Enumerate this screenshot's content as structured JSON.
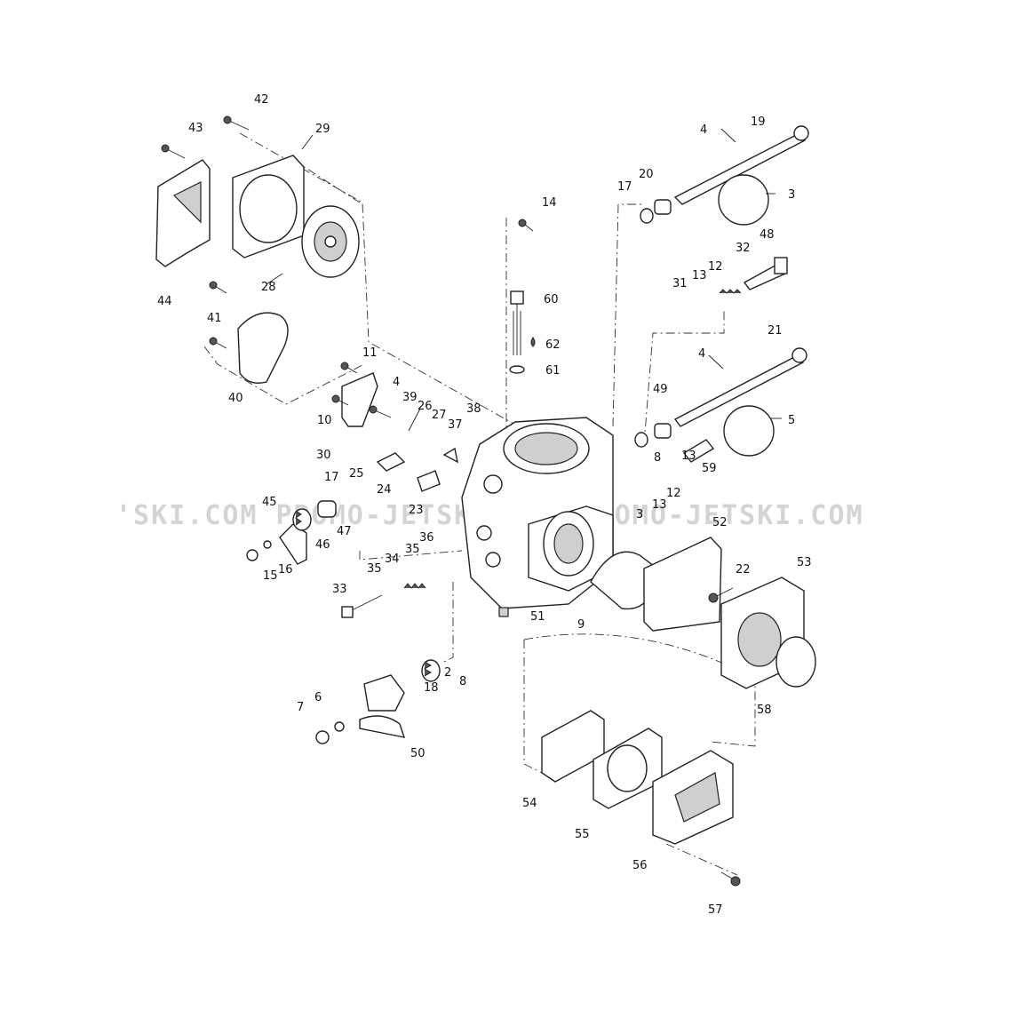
{
  "watermark": "'SKI.COM   PROMO-JETSKI.COM   PROMO-JETSKI.COM",
  "callouts": [
    "2",
    "3",
    "3",
    "4",
    "4",
    "4",
    "5",
    "6",
    "7",
    "8",
    "8",
    "9",
    "10",
    "11",
    "12",
    "12",
    "13",
    "13",
    "13",
    "14",
    "15",
    "16",
    "17",
    "17",
    "18",
    "19",
    "20",
    "21",
    "22",
    "23",
    "24",
    "25",
    "26",
    "27",
    "28",
    "29",
    "30",
    "31",
    "32",
    "33",
    "34",
    "35",
    "35",
    "36",
    "37",
    "38",
    "39",
    "40",
    "41",
    "42",
    "43",
    "44",
    "45",
    "46",
    "47",
    "48",
    "49",
    "50",
    "51",
    "52",
    "53",
    "54",
    "55",
    "56",
    "57",
    "58",
    "59",
    "60",
    "61",
    "62"
  ]
}
